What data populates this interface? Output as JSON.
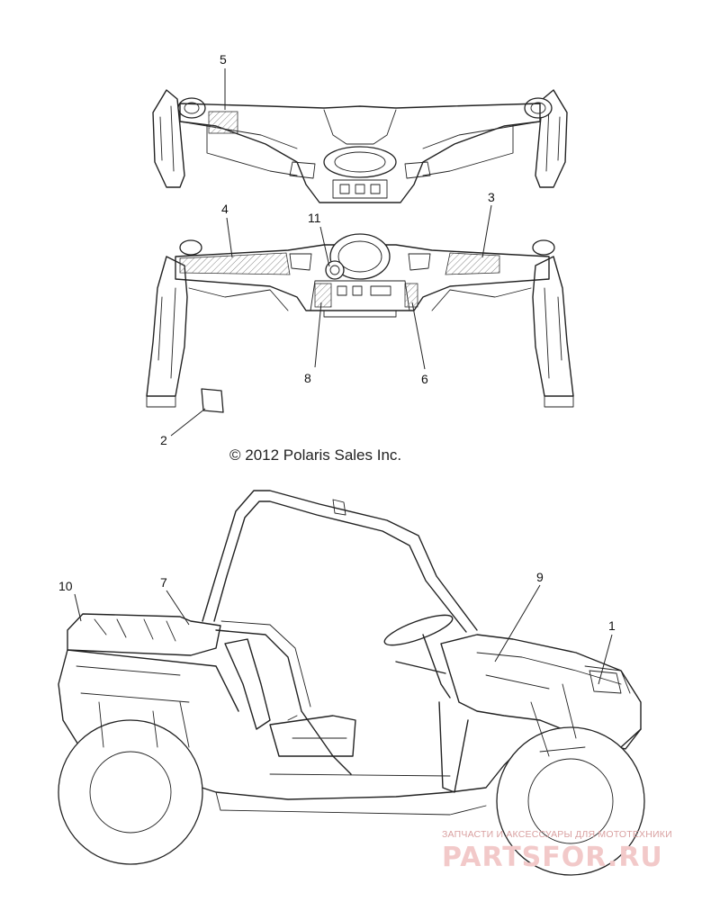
{
  "diagram": {
    "copyright": "© 2012 Polaris Sales Inc.",
    "callouts": {
      "c1": "1",
      "c2": "2",
      "c3": "3",
      "c4": "4",
      "c5": "5",
      "c6": "6",
      "c7": "7",
      "c8": "8",
      "c9": "9",
      "c10": "10",
      "c11": "11"
    }
  },
  "watermark": {
    "tagline": "ЗАПЧАСТИ И АКСЕССУАРЫ ДЛЯ МОТОТЕХНИКИ",
    "brand": "PARTSFOR.RU"
  }
}
